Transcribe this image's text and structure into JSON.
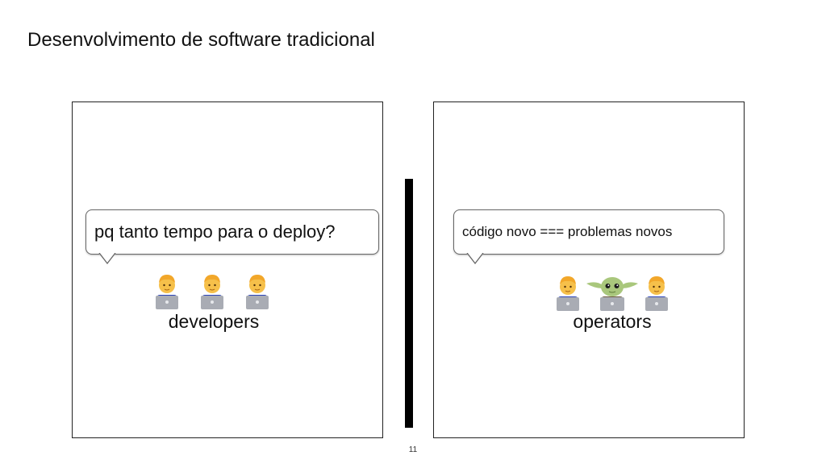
{
  "slide": {
    "title": "Desenvolvimento de software tradicional",
    "page_number": "11"
  },
  "developers": {
    "speech": "pq tanto tempo para o deploy?",
    "caption": "developers",
    "figures": [
      "technologist-icon",
      "technologist-icon",
      "technologist-icon"
    ]
  },
  "operators": {
    "speech": "código novo === problemas novos",
    "caption": "operators",
    "figures": [
      "technologist-icon",
      "yoda-technologist-icon",
      "technologist-icon"
    ]
  },
  "colors": {
    "border": "#222222",
    "divider": "#000000",
    "skin": "#f6c04a",
    "hair": "#f2a72a",
    "shirt": "#2a43b8",
    "laptop": "#a9acb4",
    "yoda_skin": "#a9c77c"
  }
}
